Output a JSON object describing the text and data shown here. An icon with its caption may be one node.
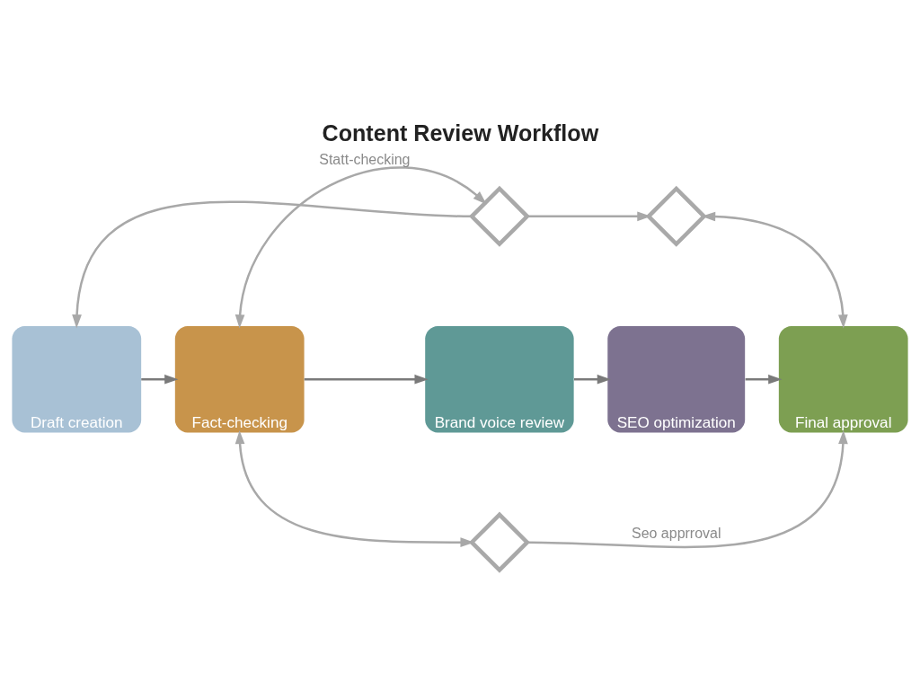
{
  "diagram": {
    "title": "Content Review Workflow",
    "nodes": [
      {
        "text": [
          "Draft creation"
        ]
      },
      {
        "text": [
          "Fact-checking"
        ]
      },
      {
        "text": [
          "Brand voice review"
        ]
      },
      {
        "text": [
          "SEO optimization"
        ]
      },
      {
        "text": [
          "Final approval"
        ]
      },
      {
        "text": [],
        "shape": "diamond"
      },
      {
        "text": [],
        "shape": "diamond"
      },
      {
        "text": [],
        "shape": "diamond"
      }
    ],
    "edges": [
      {
        "from": 0,
        "to": 1,
        "arrow": "to",
        "color": "#7a7a7a"
      },
      {
        "from": 1,
        "to": 2,
        "arrow": "to",
        "color": "#7a7a7a"
      },
      {
        "from": 2,
        "to": 3,
        "arrow": "to",
        "color": "#7a7a7a"
      },
      {
        "from": 3,
        "to": 4,
        "arrow": "to",
        "color": "#7a7a7a"
      },
      {
        "from": 5,
        "to": 0,
        "arrow": "to"
      },
      {
        "from": 1,
        "to": 5,
        "arrow": "both",
        "label": "Statt-checking"
      },
      {
        "from": 5,
        "to": 6,
        "arrow": "to"
      },
      {
        "from": 6,
        "to": 4,
        "arrow": "both"
      },
      {
        "from": 1,
        "to": 7,
        "arrow": "both"
      },
      {
        "from": 7,
        "to": 4,
        "arrow": "to",
        "label": "Seo apprroval"
      }
    ]
  }
}
